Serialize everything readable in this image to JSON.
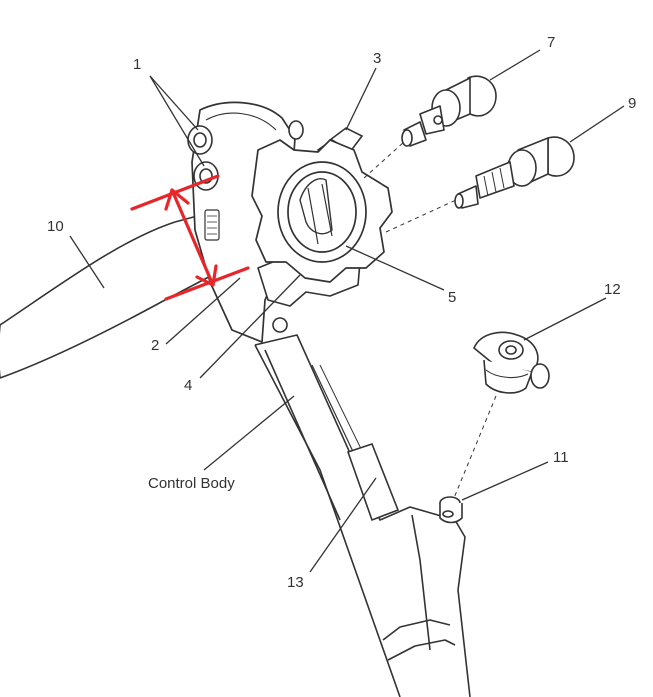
{
  "callouts": {
    "c1": "1",
    "c2": "2",
    "c3": "3",
    "c4": "4",
    "c5": "5",
    "c7": "7",
    "c9": "9",
    "c10": "10",
    "c11": "11",
    "c12": "12",
    "c13": "13",
    "control_body": "Control Body"
  },
  "colors": {
    "line": "#333333",
    "annotation": "#e8262a"
  }
}
